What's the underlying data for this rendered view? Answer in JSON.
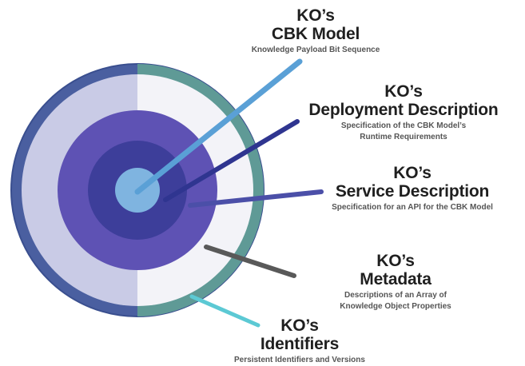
{
  "colors": {
    "outer_shell": "#4a5fa0",
    "outer_shell_edge": "#3a4f8f",
    "teal_ring": "#5f9a96",
    "white_layer": "#f3f3f8",
    "white_layer_shade": "#c9cbe6",
    "mid_purple": "#5e52b4",
    "inner_purple": "#3d3e9a",
    "core": "#7fb4e0",
    "line_cbk": "#5aa0d6",
    "line_deploy": "#2f3590",
    "line_service": "#4b4fa8",
    "line_meta": "#595959",
    "line_ids": "#5cc9d4"
  },
  "labels": {
    "cbk": {
      "line1": "KO’s",
      "line2": "CBK Model",
      "desc": [
        "Knowledge Payload Bit Sequence"
      ]
    },
    "deployment": {
      "line1": "KO’s",
      "line2": "Deployment Description",
      "desc": [
        "Specification of the CBK Model’s",
        "Runtime Requirements"
      ]
    },
    "service": {
      "line1": "KO’s",
      "line2": "Service Description",
      "desc": [
        "Specification for an API for the CBK Model"
      ]
    },
    "metadata": {
      "line1": "KO’s",
      "line2": "Metadata",
      "desc": [
        "Descriptions of an Array of",
        "Knowledge Object Properties"
      ]
    },
    "identifiers": {
      "line1": "KO’s",
      "line2": "Identifiers",
      "desc": [
        "Persistent Identifiers and Versions"
      ]
    }
  }
}
